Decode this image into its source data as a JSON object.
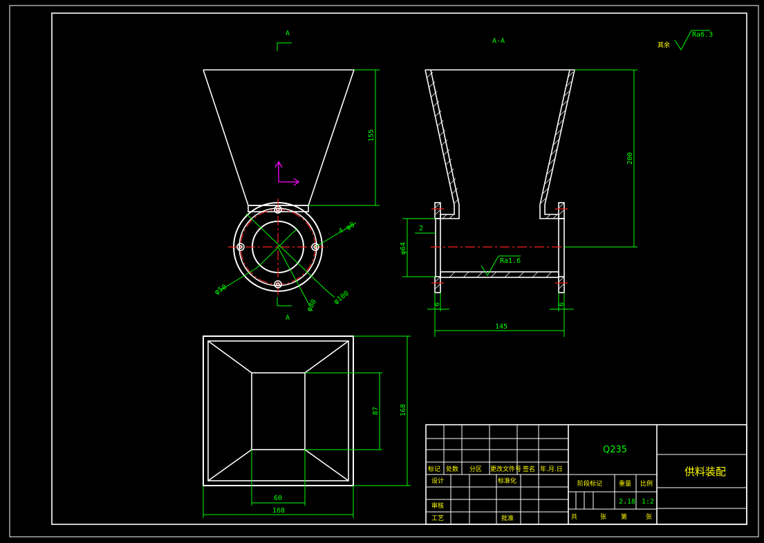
{
  "section_marks": {
    "front_view_top": "A",
    "front_view_bottom": "A",
    "section_view_title": "A-A"
  },
  "surface_finish": {
    "general_prefix": "其余",
    "general_value": "Ra6.3",
    "inner_value": "Ra1.6"
  },
  "dimensions": {
    "front_height": "155",
    "flange_bolt_circle": "φ80",
    "flange_outer": "φ100",
    "flange_inner": "φ50",
    "bolt_holes": "4-φ8",
    "section_height": "200",
    "section_wall": "2",
    "section_bore": "φ64",
    "section_flange_left": "6",
    "section_flange_right": "6",
    "section_length": "145",
    "top_height": "168",
    "top_inner_height": "87",
    "top_inner_width": "60",
    "top_width": "168"
  },
  "title_block": {
    "material": "Q235",
    "drawing_name": "供料装配",
    "header_labels": [
      "标记",
      "处数",
      "分区",
      "更改文件号",
      "签名",
      "年.月.日"
    ],
    "design_label": "设计",
    "standardize_label": "标准化",
    "review_label": "审核",
    "process_label": "工艺",
    "approve_label": "批准",
    "stage_label": "阶段标记",
    "weight_label": "重量",
    "scale_label": "比例",
    "weight_value": "2.18",
    "scale_value": "1:2",
    "sheet_total_label": "共",
    "sheet_unit_label_1": "张",
    "sheet_no_label": "第",
    "sheet_unit_label_2": "张"
  }
}
